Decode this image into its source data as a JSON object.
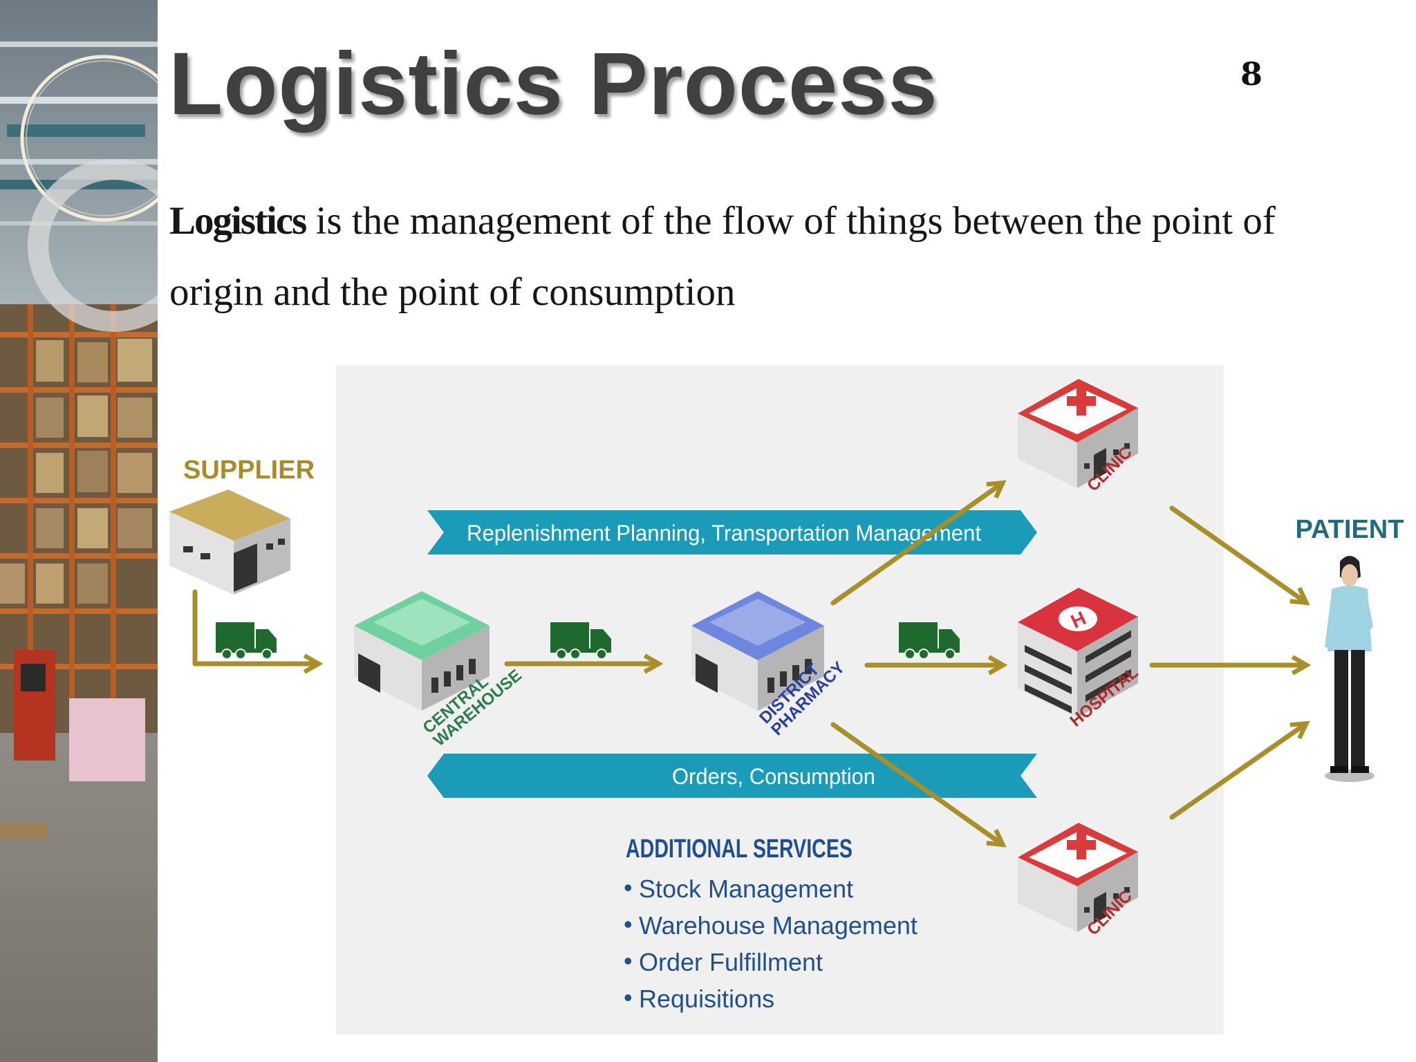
{
  "slide": {
    "title": "Logistics Process",
    "page_number": "8",
    "intro": {
      "term": "Logistics",
      "text": " is the management of the flow of things between the point of origin and the point of consumption"
    }
  },
  "diagram": {
    "nodes": {
      "supplier": "SUPPLIER",
      "central_warehouse": [
        "CENTRAL",
        "WAREHOUSE"
      ],
      "district_pharmacy": [
        "DISTRICT",
        "PHARMACY"
      ],
      "clinic_top": "CLINIC",
      "hospital": "HOSPITAL",
      "clinic_bottom": "CLINIC",
      "patient": "PATIENT"
    },
    "banners": {
      "forward": "Replenishment Planning, Transportation Management",
      "backward": "Orders, Consumption"
    },
    "additional_services": {
      "heading": "ADDITIONAL SERVICES",
      "items": [
        "Stock Management",
        "Warehouse Management",
        "Order Fulfillment",
        "Requisitions"
      ]
    },
    "colors": {
      "arrow": "#a88f2a",
      "banner": "#1a9bb8",
      "node_label": "#a98b2c",
      "patient_label": "#256a7c",
      "services_text": "#1f4f8c",
      "truck": "#1e6a2e",
      "clinic_red": "#d93b3b",
      "hospital_red": "#d9343e",
      "warehouse_green": "#6fd1a0",
      "pharmacy_blue": "#6f86de",
      "supplier_gold": "#c9ad5a"
    }
  }
}
